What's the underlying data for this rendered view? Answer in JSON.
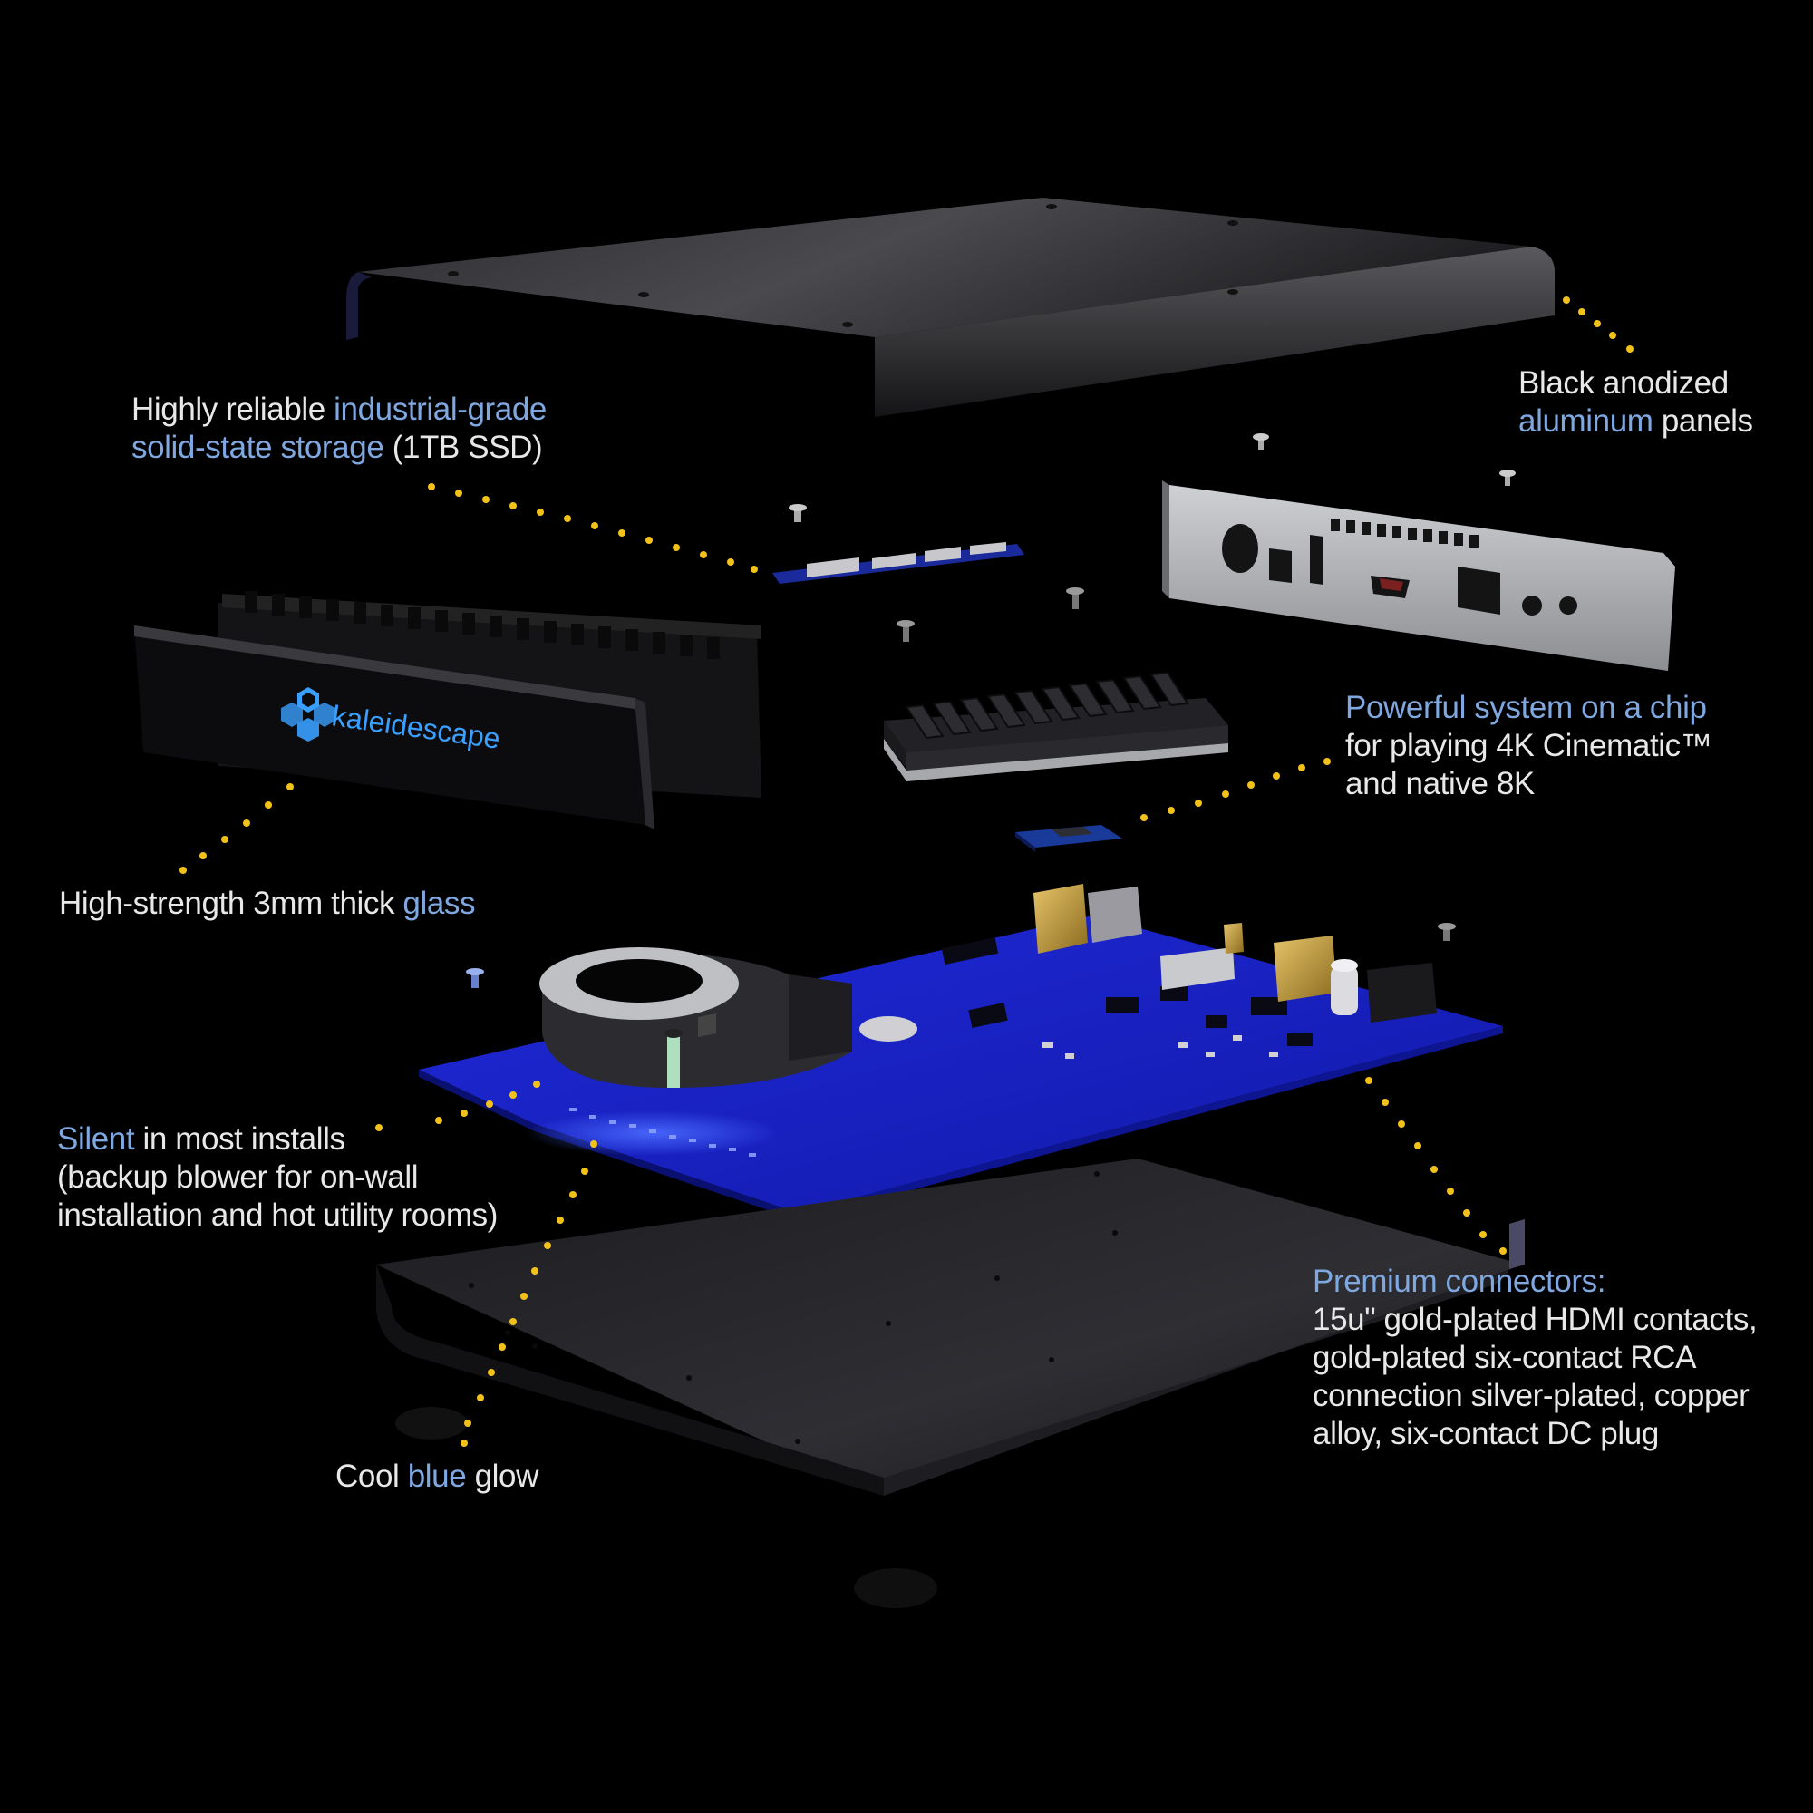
{
  "brand": {
    "logo_text": "kaleidescape"
  },
  "callouts": {
    "panels": {
      "l1a": "Black anodized",
      "l2a": "aluminum",
      "l2b": " panels"
    },
    "storage": {
      "l1a": "Highly reliable ",
      "l1b": "industrial-grade",
      "l2a": "solid-state storage",
      "l2b": " (1TB SSD)"
    },
    "soc": {
      "l1a": "Powerful system on a chip",
      "l2a": "for playing 4K Cinematic™",
      "l3a": "and native 8K"
    },
    "glass": {
      "l1a": "High-strength 3mm thick ",
      "l1b": "glass"
    },
    "silent": {
      "l1a": "Silent",
      "l1b": " in most installs",
      "l2a": "(backup blower for on-wall",
      "l3a": "installation and hot utility rooms)"
    },
    "connectors": {
      "l1a": "Premium connectors:",
      "l2a": "15u\" gold-plated HDMI contacts,",
      "l3a": "gold-plated six-contact RCA",
      "l4a": "connection silver-plated, copper",
      "l5a": "alloy, six-contact DC plug"
    },
    "glow": {
      "l1a": "Cool ",
      "l1b": "blue",
      "l1c": " glow"
    }
  },
  "colors": {
    "background": "#000000",
    "text": "#e8e8e8",
    "highlight": "#7fa7e0",
    "leader_dots": "#f2c21b",
    "pcb_blue": "#1a22c8",
    "logo_blue": "#3aa0ff"
  }
}
